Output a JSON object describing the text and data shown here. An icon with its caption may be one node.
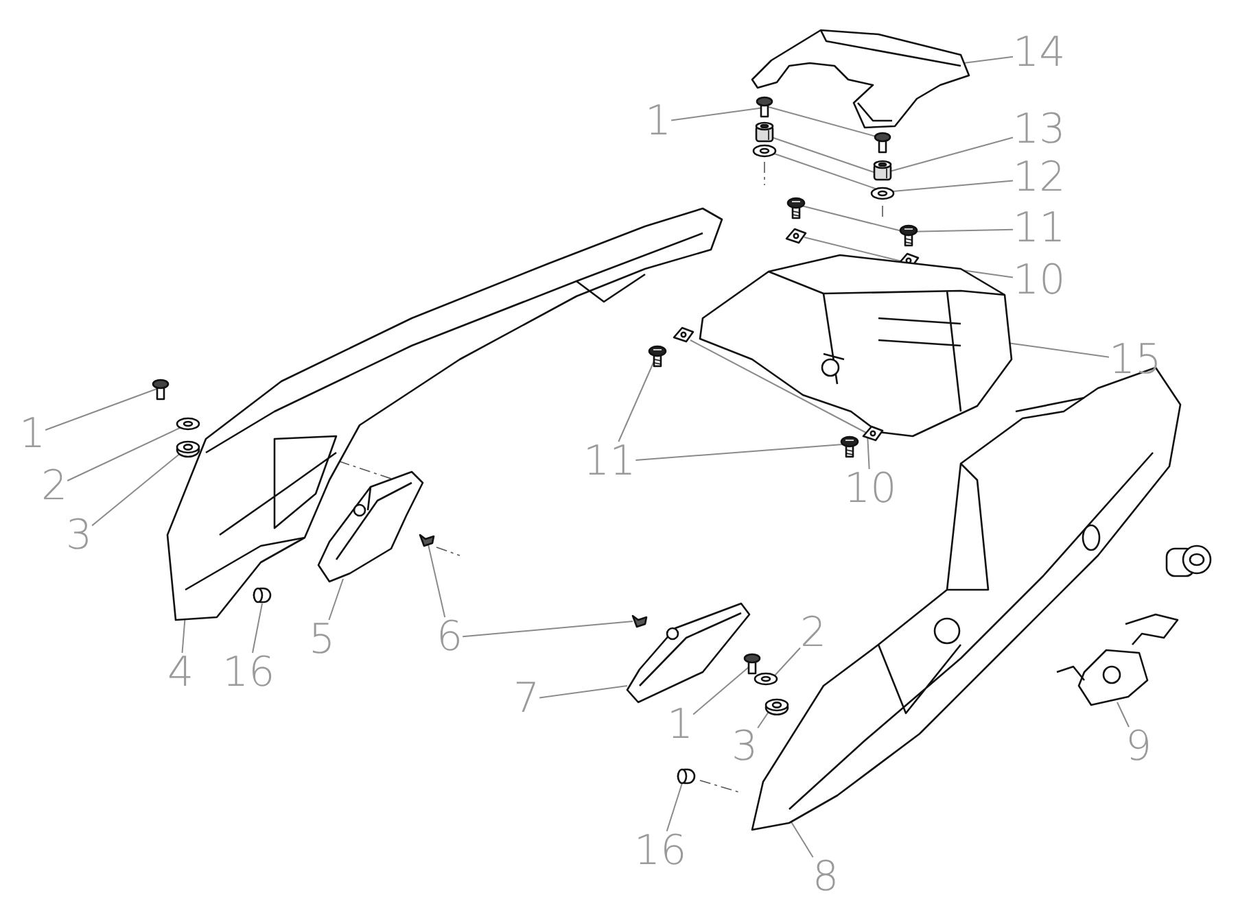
{
  "diagram": {
    "nodes": [
      {
        "text": [
          "14"
        ]
      },
      {
        "text": [],
        "shape": "picture"
      },
      {
        "text": [
          "1"
        ]
      },
      {
        "text": [],
        "shape": "picture"
      },
      {
        "text": [],
        "shape": "picture"
      },
      {
        "text": [
          "13"
        ]
      },
      {
        "text": [],
        "shape": "picture"
      },
      {
        "text": [],
        "shape": "picture"
      },
      {
        "text": [
          "12"
        ]
      },
      {
        "text": [],
        "shape": "picture"
      },
      {
        "text": [],
        "shape": "picture"
      },
      {
        "text": [
          "11"
        ]
      },
      {
        "text": [],
        "shape": "picture"
      },
      {
        "text": [],
        "shape": "picture"
      },
      {
        "text": [
          "10"
        ]
      },
      {
        "text": [],
        "shape": "picture"
      },
      {
        "text": [],
        "shape": "picture"
      },
      {
        "text": [
          "15"
        ]
      },
      {
        "text": [],
        "shape": "picture"
      },
      {
        "text": [
          "11"
        ]
      },
      {
        "text": [],
        "shape": "picture"
      },
      {
        "text": [],
        "shape": "picture"
      },
      {
        "text": [
          "10"
        ]
      },
      {
        "text": [],
        "shape": "picture"
      },
      {
        "text": [],
        "shape": "picture"
      },
      {
        "text": [
          "1"
        ]
      },
      {
        "text": [],
        "shape": "picture"
      },
      {
        "text": [
          "2"
        ]
      },
      {
        "text": [],
        "shape": "picture"
      },
      {
        "text": [
          "3"
        ]
      },
      {
        "text": [],
        "shape": "picture"
      },
      {
        "text": [
          "4"
        ]
      },
      {
        "text": [],
        "shape": "picture"
      },
      {
        "text": [
          "16"
        ]
      },
      {
        "text": [],
        "shape": "picture"
      },
      {
        "text": [
          "5"
        ]
      },
      {
        "text": [],
        "shape": "picture"
      },
      {
        "text": [
          "6"
        ]
      },
      {
        "text": [],
        "shape": "picture"
      },
      {
        "text": [],
        "shape": "picture"
      },
      {
        "text": [
          "7"
        ]
      },
      {
        "text": [],
        "shape": "picture"
      },
      {
        "text": [
          "1"
        ]
      },
      {
        "text": [],
        "shape": "picture"
      },
      {
        "text": [
          "2"
        ]
      },
      {
        "text": [],
        "shape": "picture"
      },
      {
        "text": [
          "3"
        ]
      },
      {
        "text": [],
        "shape": "picture"
      },
      {
        "text": [
          "16"
        ]
      },
      {
        "text": [],
        "shape": "picture"
      },
      {
        "text": [
          "8"
        ]
      },
      {
        "text": [],
        "shape": "picture"
      },
      {
        "text": [
          "9"
        ]
      },
      {
        "text": [],
        "shape": "picture"
      }
    ],
    "edges": [
      {
        "from": 0,
        "to": 1,
        "arrow": "none"
      },
      {
        "from": 2,
        "to": 3,
        "arrow": "none"
      },
      {
        "from": 3,
        "to": 4,
        "arrow": "none"
      },
      {
        "from": 5,
        "to": 7,
        "arrow": "none"
      },
      {
        "from": 6,
        "to": 7,
        "arrow": "none"
      },
      {
        "from": 8,
        "to": 10,
        "arrow": "none"
      },
      {
        "from": 9,
        "to": 10,
        "arrow": "none"
      },
      {
        "from": 11,
        "to": 13,
        "arrow": "none"
      },
      {
        "from": 12,
        "to": 13,
        "arrow": "none"
      },
      {
        "from": 14,
        "to": 16,
        "arrow": "none"
      },
      {
        "from": 15,
        "to": 16,
        "arrow": "none"
      },
      {
        "from": 17,
        "to": 18,
        "arrow": "none"
      },
      {
        "from": 19,
        "to": 20,
        "arrow": "none"
      },
      {
        "from": 19,
        "to": 21,
        "arrow": "none"
      },
      {
        "from": 22,
        "to": 24,
        "arrow": "none"
      },
      {
        "from": 23,
        "to": 24,
        "arrow": "none"
      },
      {
        "from": 25,
        "to": 26,
        "arrow": "none"
      },
      {
        "from": 27,
        "to": 28,
        "arrow": "none"
      },
      {
        "from": 29,
        "to": 30,
        "arrow": "none"
      },
      {
        "from": 31,
        "to": 32,
        "arrow": "none"
      },
      {
        "from": 33,
        "to": 34,
        "arrow": "none"
      },
      {
        "from": 35,
        "to": 36,
        "arrow": "none"
      },
      {
        "from": 37,
        "to": 38,
        "arrow": "none"
      },
      {
        "from": 37,
        "to": 39,
        "arrow": "none"
      },
      {
        "from": 40,
        "to": 41,
        "arrow": "none"
      },
      {
        "from": 42,
        "to": 43,
        "arrow": "none"
      },
      {
        "from": 44,
        "to": 45,
        "arrow": "none"
      },
      {
        "from": 46,
        "to": 47,
        "arrow": "none"
      },
      {
        "from": 48,
        "to": 49,
        "arrow": "none"
      },
      {
        "from": 50,
        "to": 51,
        "arrow": "none"
      },
      {
        "from": 52,
        "to": 53,
        "arrow": "none"
      }
    ]
  }
}
